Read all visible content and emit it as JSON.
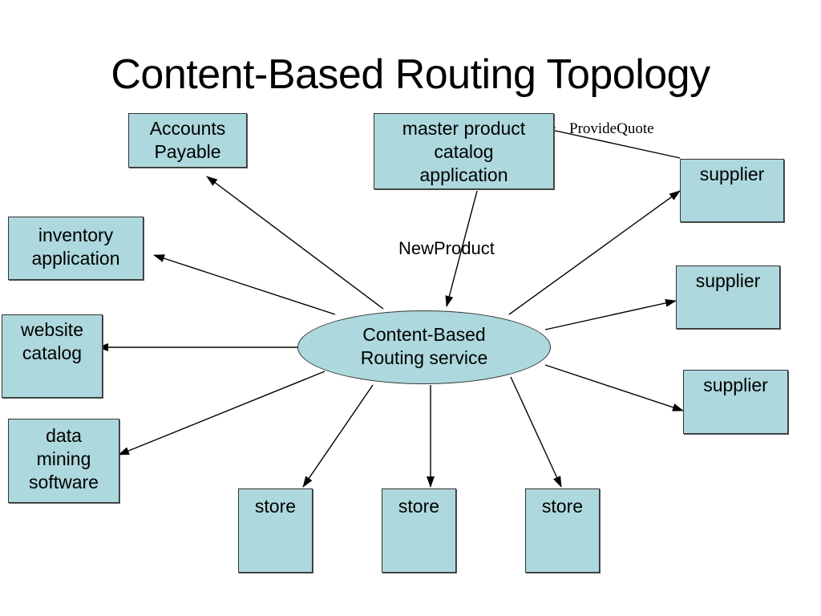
{
  "title": "Content-Based Routing Topology",
  "hub": {
    "lines": [
      "Content-Based",
      "Routing service"
    ]
  },
  "nodes": {
    "accounts_payable": {
      "lines": [
        "Accounts",
        "Payable"
      ]
    },
    "master_catalog": {
      "lines": [
        "master product",
        "catalog",
        "application"
      ]
    },
    "inventory": {
      "lines": [
        "inventory",
        "application"
      ]
    },
    "website_catalog": {
      "lines": [
        "website",
        "catalog"
      ]
    },
    "data_mining": {
      "lines": [
        "data",
        "mining",
        "software"
      ]
    },
    "supplier_1": {
      "lines": [
        "supplier"
      ]
    },
    "supplier_2": {
      "lines": [
        "supplier"
      ]
    },
    "supplier_3": {
      "lines": [
        "supplier"
      ]
    },
    "store_1": {
      "lines": [
        "store"
      ]
    },
    "store_2": {
      "lines": [
        "store"
      ]
    },
    "store_3": {
      "lines": [
        "store"
      ]
    }
  },
  "edge_labels": {
    "new_product": "NewProduct",
    "provide_quote": "ProvideQuote"
  }
}
